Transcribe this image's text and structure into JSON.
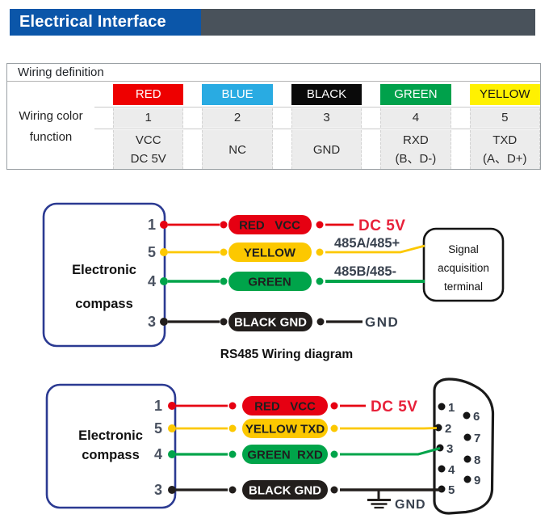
{
  "page": {
    "header_title": "Electrical Interface"
  },
  "colors": {
    "header_blue": "#0b56a9",
    "header_gray": "#49525b",
    "table_red": "#ee0000",
    "table_blue": "#29abe2",
    "table_black": "#0a0a0a",
    "table_green": "#00a14b",
    "table_yellow": "#fff101",
    "pill_red": "#e60012",
    "pill_yellow": "#fcc800",
    "pill_green": "#00a44a",
    "pill_black": "#221e1c",
    "compass_border_blue": "#2b3a92",
    "annotation_text": "#39424f",
    "dc5v_red": "#e8213a"
  },
  "table": {
    "title": "Wiring definition",
    "row_label": [
      "Wiring color",
      "function"
    ],
    "columns": [
      {
        "color_name": "RED",
        "bg": "#ee0000",
        "pin": "1",
        "function_line1": "VCC",
        "function_line2": "DC 5V"
      },
      {
        "color_name": "BLUE",
        "bg": "#29abe2",
        "pin": "2",
        "function_line1": "NC",
        "function_line2": ""
      },
      {
        "color_name": "BLACK",
        "bg": "#0a0a0a",
        "pin": "3",
        "function_line1": "GND",
        "function_line2": ""
      },
      {
        "color_name": "GREEN",
        "bg": "#00a14b",
        "pin": "4",
        "function_line1": "RXD",
        "function_line2": "(B、D-)"
      },
      {
        "color_name": "YELLOW",
        "bg": "#fff101",
        "pin": "5",
        "function_line1": "TXD",
        "function_line2": "(A、D+)"
      }
    ]
  },
  "diagram1": {
    "device_label_line1": "Electronic",
    "device_label_line2": "compass",
    "caption": "RS485 Wiring diagram",
    "terminal_box": {
      "line1": "Signal",
      "line2": "acquisition",
      "line3": "terminal"
    },
    "rows": [
      {
        "pin": "1",
        "pill_label": "RED   VCC",
        "wire_color": "#e60012",
        "annotation": "DC 5V"
      },
      {
        "pin": "5",
        "pill_label": "YELLOW",
        "wire_color": "#fcc800",
        "annotation": "485A/485+"
      },
      {
        "pin": "4",
        "pill_label": "GREEN",
        "wire_color": "#00a44a",
        "annotation": "485B/485-"
      },
      {
        "pin": "3",
        "pill_label": "BLACK GND",
        "wire_color": "#221e1c",
        "annotation": "GND"
      }
    ]
  },
  "diagram2": {
    "device_label_line1": "Electronic",
    "device_label_line2": "compass",
    "ground_label": "GND",
    "rows": [
      {
        "pin": "1",
        "pill_label": "RED   VCC",
        "wire_color": "#e60012",
        "annotation": "DC 5V"
      },
      {
        "pin": "5",
        "pill_label": "YELLOW TXD",
        "wire_color": "#fcc800"
      },
      {
        "pin": "4",
        "pill_label": "GREEN  RXD",
        "wire_color": "#00a44a"
      },
      {
        "pin": "3",
        "pill_label": "BLACK GND",
        "wire_color": "#221e1c"
      }
    ],
    "db9": {
      "pins_left": [
        "1",
        "2",
        "3",
        "4",
        "5"
      ],
      "pins_right": [
        "6",
        "7",
        "8",
        "9"
      ]
    }
  }
}
